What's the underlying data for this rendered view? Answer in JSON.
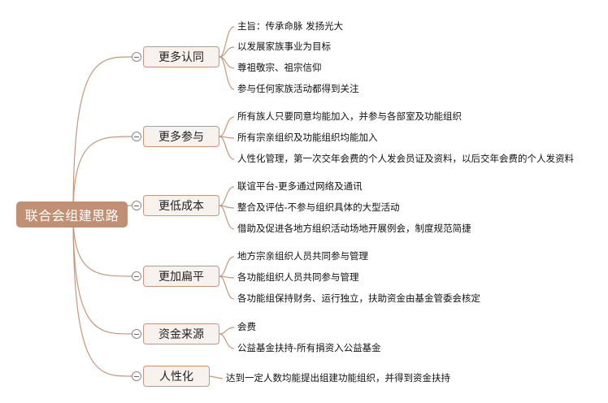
{
  "mindmap": {
    "root": "联合会组建思路",
    "colors": {
      "root_fill": "#c09074",
      "branch_fill": "#f7f2ee",
      "branch_border": "#c8977a",
      "connector": "#c8977a"
    },
    "branches": [
      {
        "label": "更多认同",
        "children": [
          "主旨：传承命脉 发扬光大",
          "以发展家族事业为目标",
          "尊祖敬宗、祖宗信仰",
          "参与任何家族活动都得到关注"
        ]
      },
      {
        "label": "更多参与",
        "children": [
          "所有族人只要同意均能加入，并参与各部室及功能组织",
          "所有宗亲组织及功能组织均能加入",
          "人性化管理，第一次交年会费的个人发会员证及资料，以后交年会费的个人发资料"
        ]
      },
      {
        "label": "更低成本",
        "children": [
          "联谊平台-更多通过网络及通讯",
          "整合及评估-不参与组织具体的大型活动",
          "借助及促进各地方组织活动场地开展例会，制度规范简捷"
        ]
      },
      {
        "label": "更加扁平",
        "children": [
          "地方宗亲组织人员共同参与管理",
          "各功能组织人员共同参与管理",
          "各功能组保持财务、运行独立，扶助资金由基金管委会核定"
        ]
      },
      {
        "label": "资金来源",
        "children": [
          "会费",
          "公益基金扶持-所有捐资入公益基金"
        ]
      },
      {
        "label": "人性化",
        "children": [
          "达到一定人数均能提出组建功能组织，并得到资金扶持"
        ]
      }
    ]
  }
}
